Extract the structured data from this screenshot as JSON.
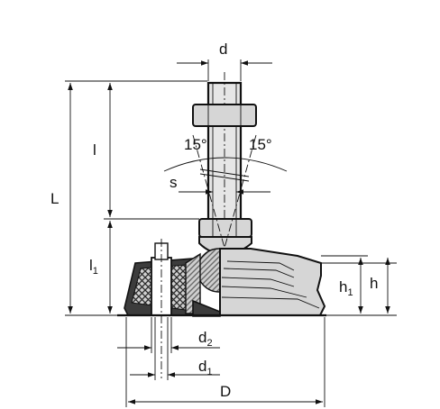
{
  "labels": {
    "d": "d",
    "l": "l",
    "L": "L",
    "l1": "l",
    "l1_sub": "1",
    "s": "s",
    "angle_left": "15°",
    "angle_right": "15°",
    "h": "h",
    "h1": "h",
    "h1_sub": "1",
    "d2": "d",
    "d2_sub": "2",
    "d1": "d",
    "d1_sub": "1",
    "D": "D"
  },
  "colors": {
    "line": "#111111",
    "part_fill": "#d6d6d6",
    "rubber": "#3c3c3c",
    "background": "#ffffff"
  }
}
